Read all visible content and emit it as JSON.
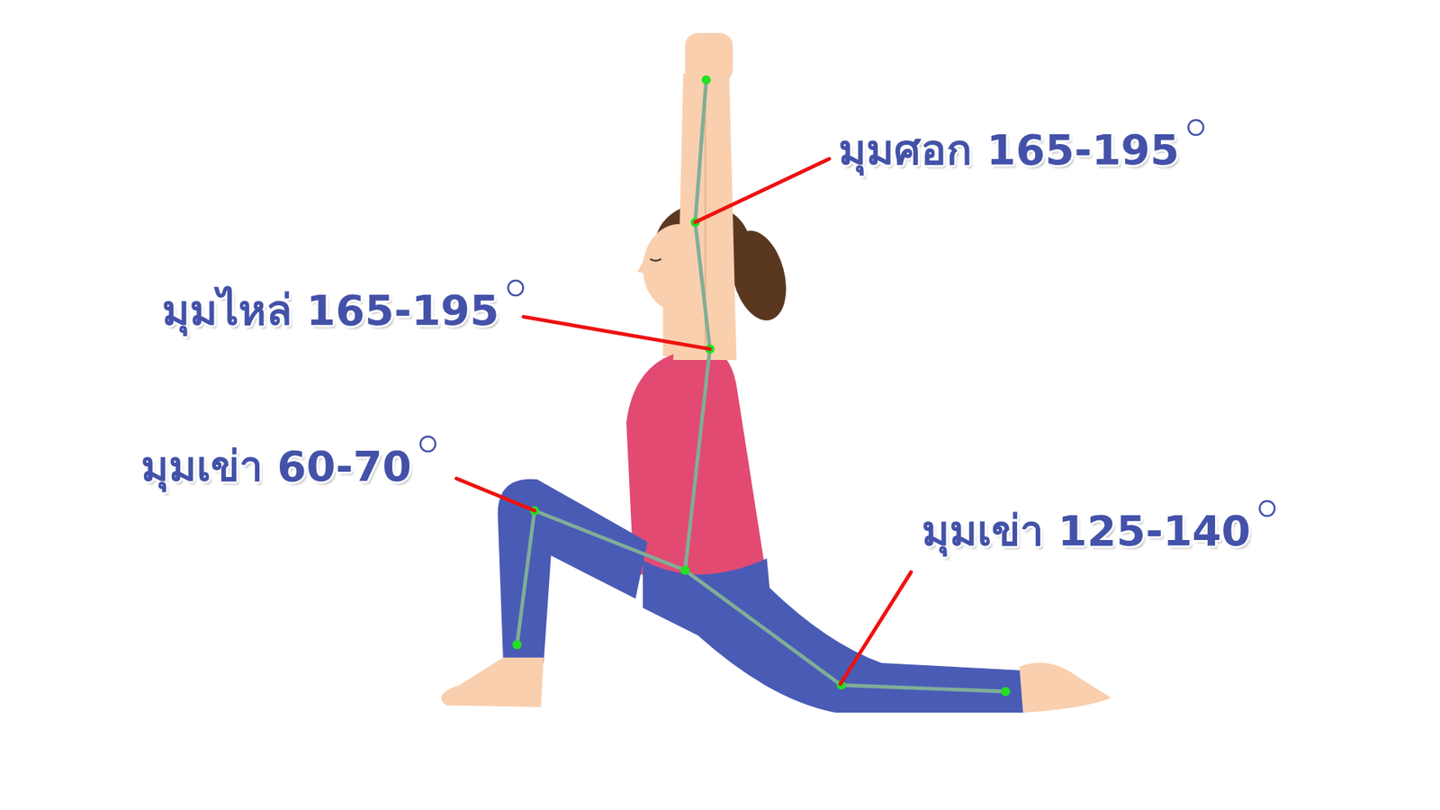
{
  "diagram": {
    "labels": [
      "มุมศอก 165-195",
      "มุมไหล่ 165-195",
      "มุมเข่า 60-70",
      "มุมเข่า 125-140"
    ]
  }
}
